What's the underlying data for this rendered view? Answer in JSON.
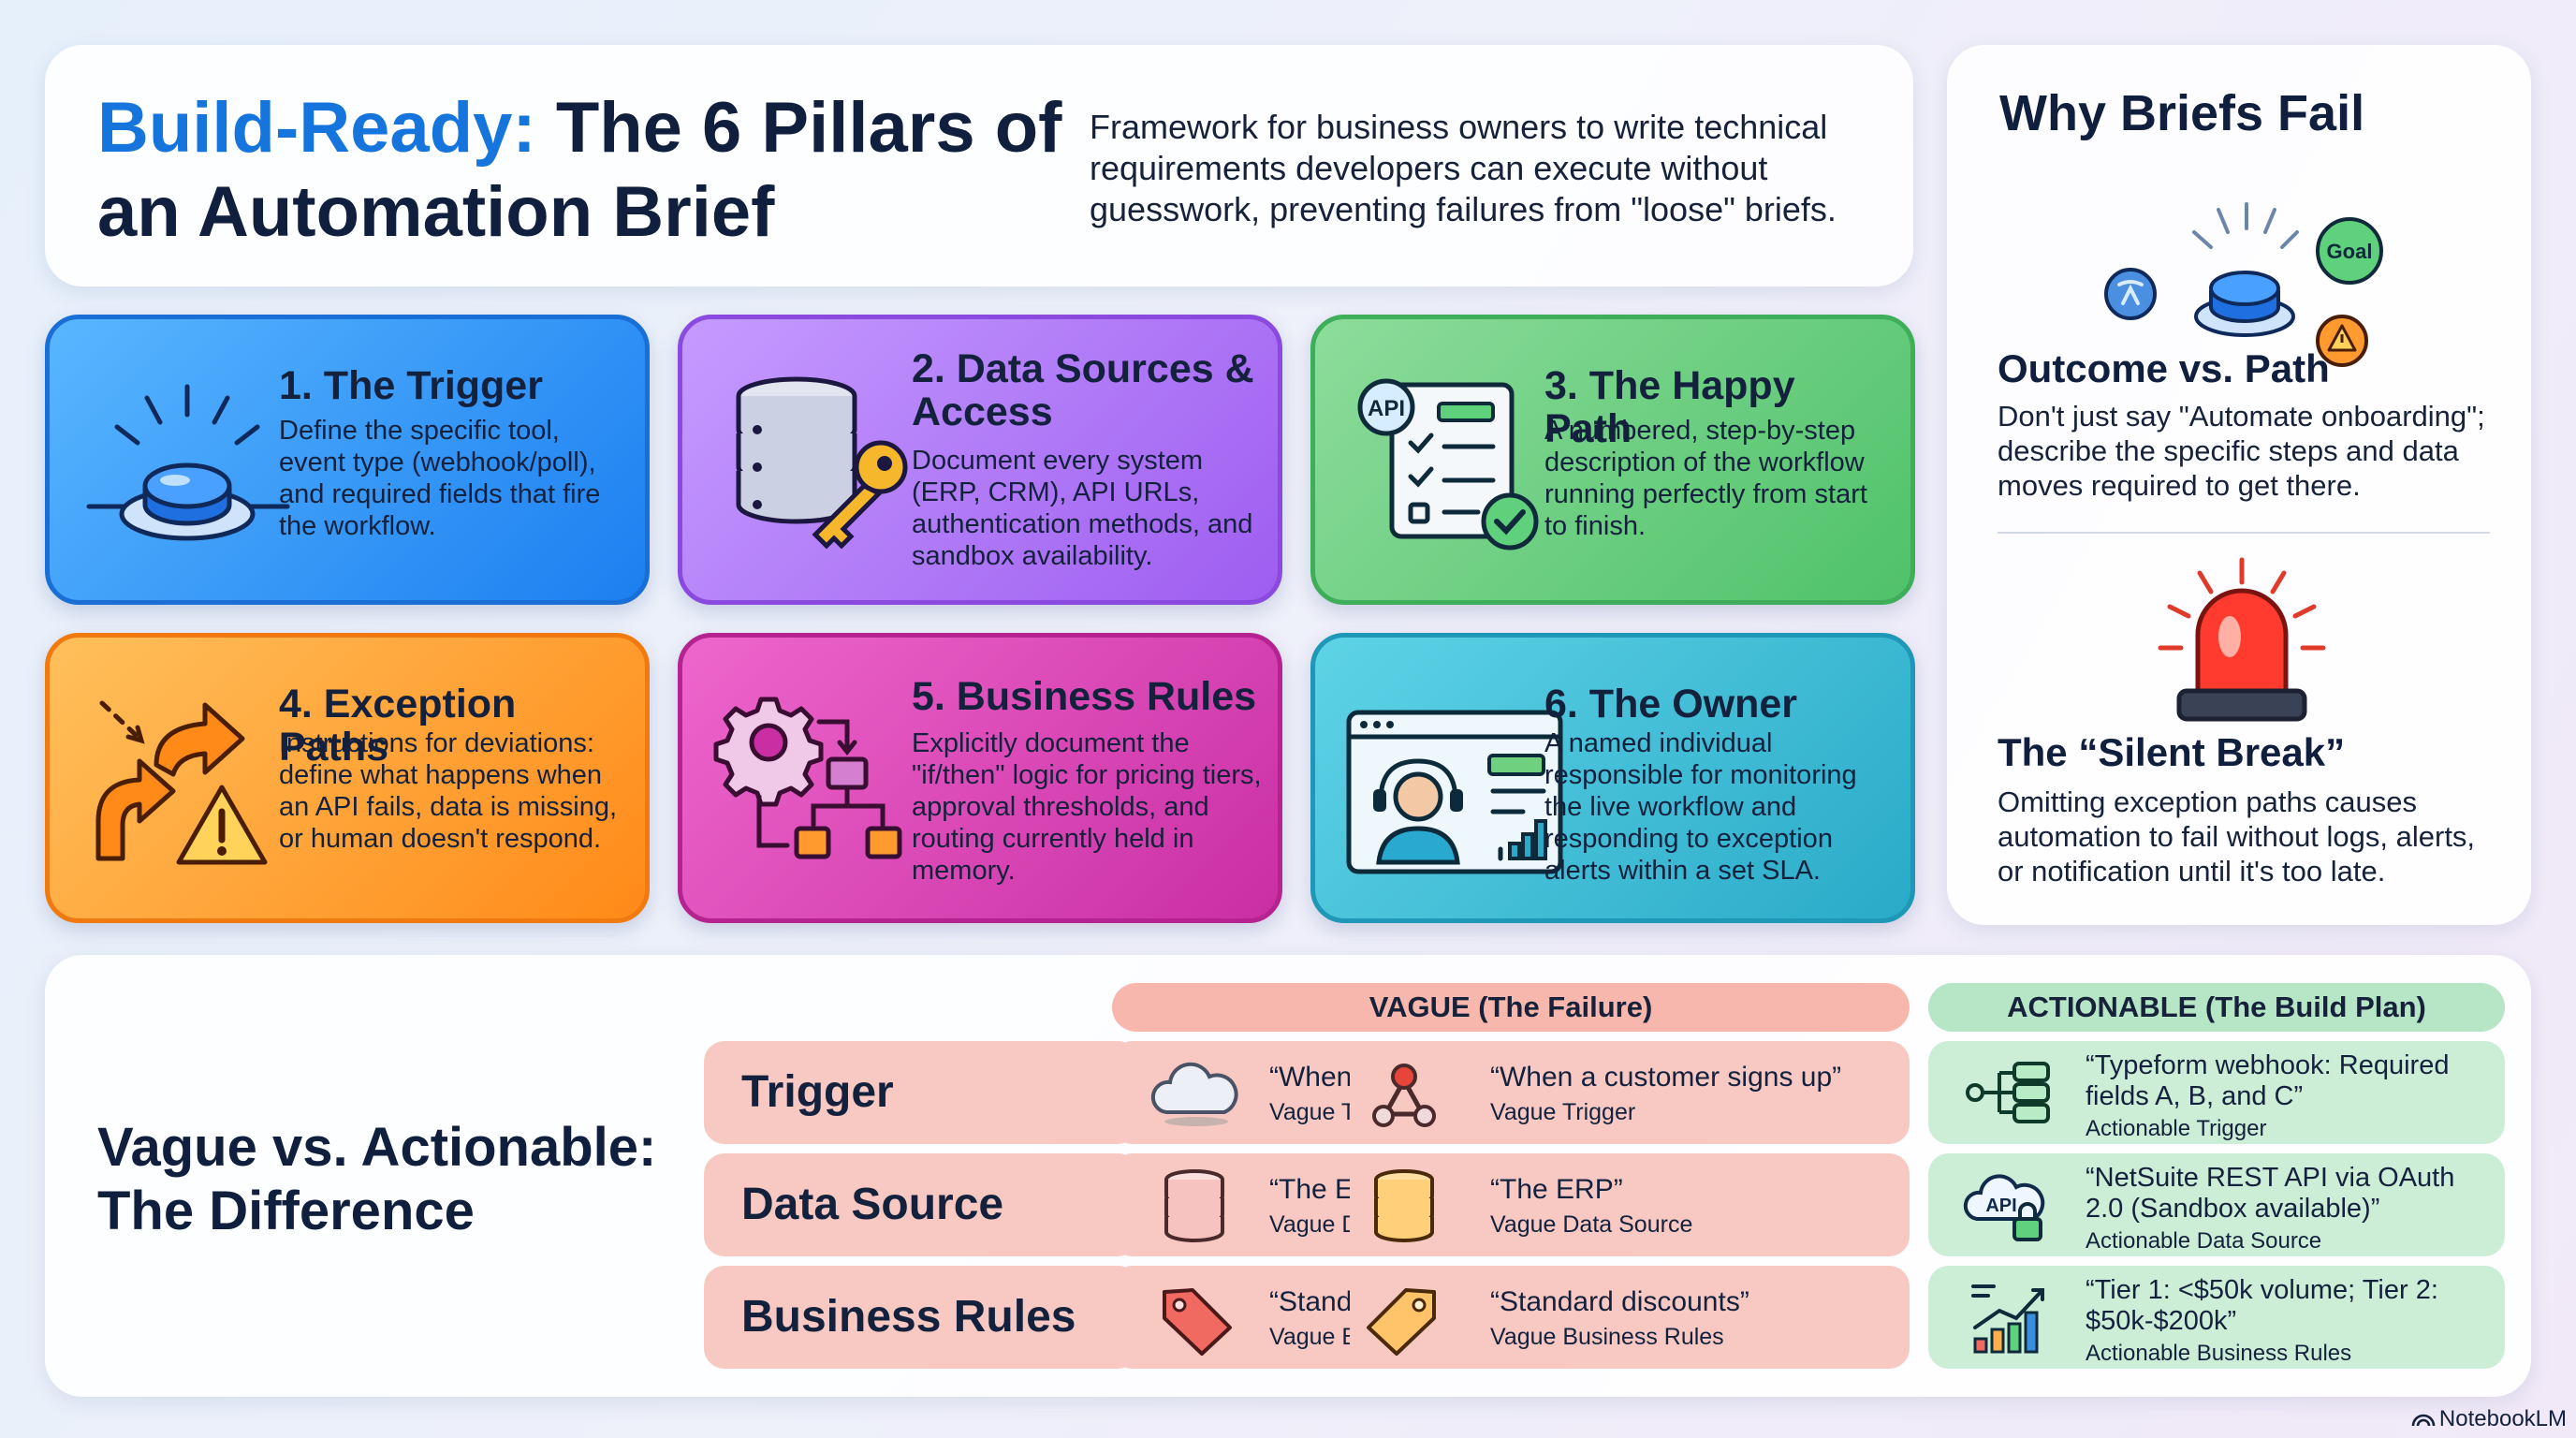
{
  "header": {
    "title_accent": "Build-Ready:",
    "title_rest": " The 6 Pillars of an Automation Brief",
    "subtitle": "Framework for business owners to write technical requirements developers can execute without guesswork, preventing failures from \"loose\" briefs."
  },
  "pillars": [
    {
      "title": "1. The Trigger",
      "desc": "Define the specific tool, event type (webhook/poll), and required fields that fire the workflow.",
      "icon": "button-icon"
    },
    {
      "title": "2. Data Sources & Access",
      "desc": "Document every system (ERP, CRM), API URLs, authentication methods, and sandbox availability.",
      "icon": "database-key-icon"
    },
    {
      "title": "3. The Happy Path",
      "desc": "A numbered, step-by-step description of the workflow running perfectly from start to finish.",
      "icon": "api-checklist-icon"
    },
    {
      "title": "4. Exception Paths",
      "desc": "Instructions for deviations: define what happens when an API fails, data is missing, or human doesn't respond.",
      "icon": "warning-arrows-icon"
    },
    {
      "title": "5. Business Rules",
      "desc": "Explicitly document the \"if/then\" logic for pricing tiers, approval thresholds, and routing currently held in memory.",
      "icon": "gear-flow-icon"
    },
    {
      "title": "6. The Owner",
      "desc": "A named individual responsible for monitoring the live workflow and responding to exception alerts within a set SLA.",
      "icon": "support-agent-icon"
    }
  ],
  "why": {
    "title": "Why Briefs Fail",
    "goal_label": "Goal",
    "item1_title": "Outcome vs. Path",
    "item1_desc": "Don't just say \"Automate onboarding\"; describe the specific steps and data moves required to get there.",
    "item2_title": "The “Silent Break”",
    "item2_desc": "Omitting exception paths causes automation to fail without logs, alerts, or notification until it's too late."
  },
  "compare": {
    "title": "Vague vs. Actionable: The Difference",
    "vague_header": "VAGUE (The Failure)",
    "act_header": "ACTIONABLE (The Build Plan)",
    "rows": [
      {
        "label": "Trigger",
        "vague_trunc_text": "“When a customer signs up”",
        "vague_trunc_sub": "Vague Trigger",
        "vague_text": "“When a customer signs up”",
        "vague_sub": "Vague Trigger",
        "act_text": "“Typeform webhook: Required fields A, B, and C”",
        "act_sub": "Actionable Trigger",
        "api_label": ""
      },
      {
        "label": "Data Source",
        "vague_trunc_text": "“The ERP”",
        "vague_trunc_sub": "Vague Data Source",
        "vague_text": "“The ERP”",
        "vague_sub": "Vague Data Source",
        "act_text": "“NetSuite REST API via OAuth 2.0 (Sandbox available)”",
        "act_sub": "Actionable Data Source",
        "api_label": "API"
      },
      {
        "label": "Business Rules",
        "vague_trunc_text": "“Standard discounts”",
        "vague_trunc_sub": "Vague Business Rules",
        "vague_text": "“Standard discounts”",
        "vague_sub": "Vague Business Rules",
        "act_text": "“Tier 1: <$50k volume; Tier 2: $50k-$200k”",
        "act_sub": "Actionable Business Rules",
        "api_label": ""
      }
    ]
  },
  "card_api_label": "API",
  "brand": "NotebookLM",
  "colors": {
    "accent": "#1675dc",
    "trigger": "#1b7ff0",
    "data": "#9e5df0",
    "happy": "#4fc26a",
    "exception": "#ff8a18",
    "rules": "#c92fa3",
    "owner": "#2aaac8",
    "vague": "#f8b7ad",
    "actionable": "#b6e6c5"
  }
}
